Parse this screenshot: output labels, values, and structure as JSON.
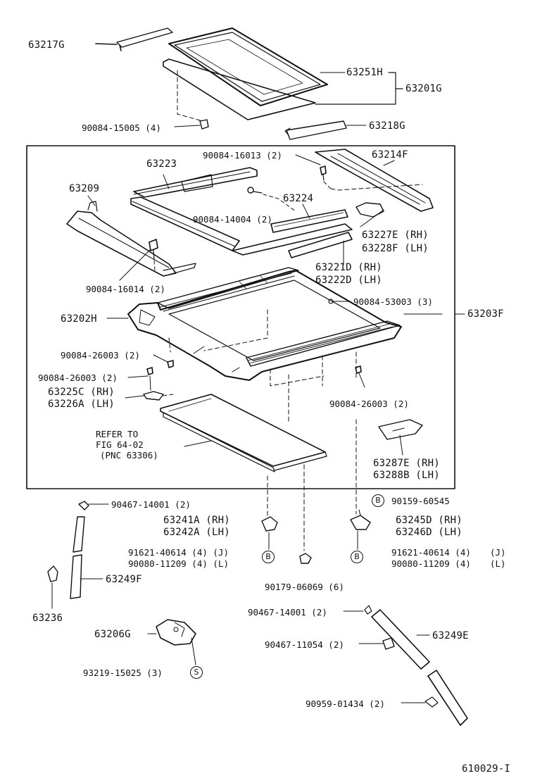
{
  "labels": {
    "p63217G": "63217G",
    "p63251H": "63251H",
    "p63201G": "63201G",
    "p90084_15005": "90084-15005 (4)",
    "p63218G": "63218G",
    "p90084_16013": "90084-16013 (2)",
    "p63214F": "63214F",
    "p63223": "63223",
    "p63209": "63209",
    "p63224": "63224",
    "p90084_14004": "90084-14004 (2)",
    "p63227E": "63227E (RH)",
    "p63228F": "63228F (LH)",
    "p63221D": "63221D (RH)",
    "p63222D": "63222D (LH)",
    "p90084_16014": "90084-16014 (2)",
    "p90084_53003": "90084-53003 (3)",
    "p63203F": "63203F",
    "p63202H": "63202H",
    "p90084_26003_a": "90084-26003 (2)",
    "p90084_26003_b": "90084-26003 (2)",
    "p63225C": "63225C (RH)",
    "p63226A": "63226A (LH)",
    "p90084_26003_c": "90084-26003 (2)",
    "refer_1": "REFER TO",
    "refer_2": "FIG 64-02",
    "refer_3": "(PNC 63306)",
    "p63287E": "63287E (RH)",
    "p63288B": "63288B (LH)",
    "p90467_14001_a": "90467-14001 (2)",
    "p90159_60545": "90159-60545",
    "p63241A": "63241A (RH)",
    "p63242A": "63242A (LH)",
    "p63245D": "63245D (RH)",
    "p63246D": "63246D (LH)",
    "p91621_40614_a": "91621-40614 (4) (J)",
    "p90080_11209_a": "90080-11209 (4) (L)",
    "p91621_40614_b": "91621-40614 (4)",
    "p90080_11209_b": "90080-11209 (4)",
    "code_J": "(J)",
    "code_L": "(L)",
    "p63249F": "63249F",
    "p90179_06069": "90179-06069 (6)",
    "p63236": "63236",
    "p90467_14001_b": "90467-14001 (2)",
    "p63249E": "63249E",
    "p63206G": "63206G",
    "p90467_11054": "90467-11054 (2)",
    "p93219_15025": "93219-15025 (3)",
    "p90959_01434": "90959-01434 (2)",
    "fig_id": "610029-I"
  },
  "callouts": {
    "B1": "B",
    "B2": "B",
    "B3": "B",
    "S1": "S"
  }
}
